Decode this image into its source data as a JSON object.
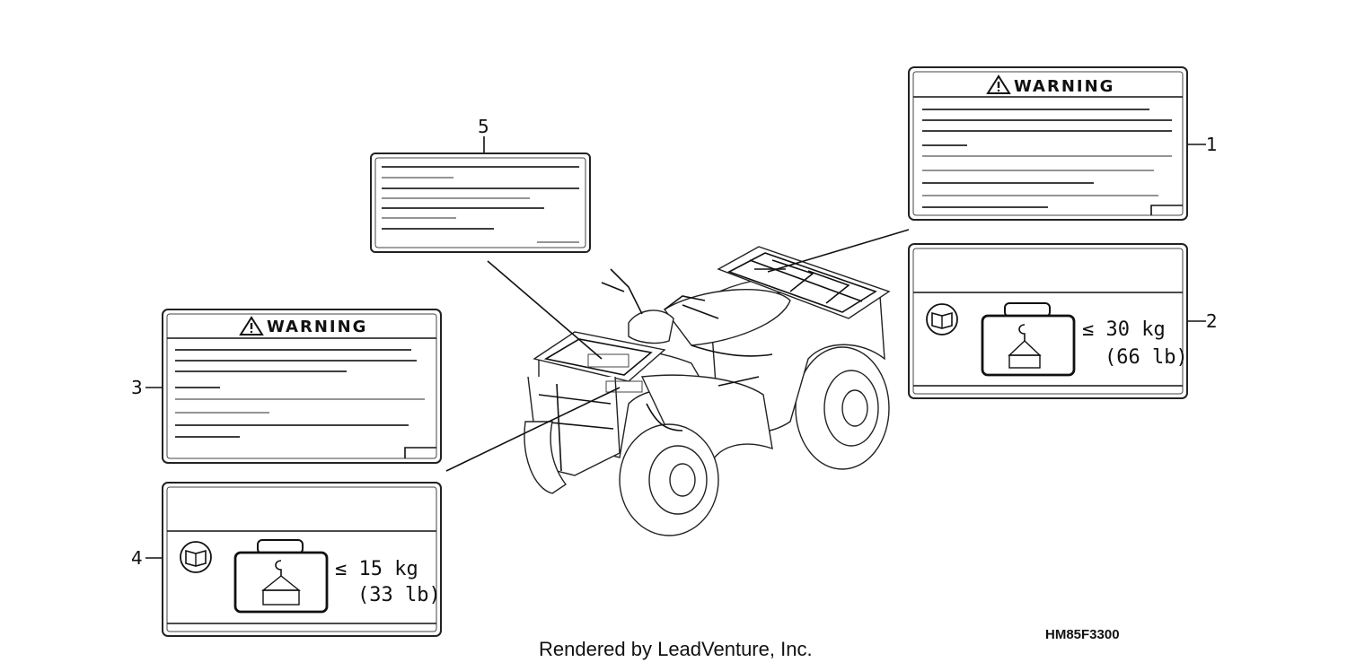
{
  "callouts": {
    "c1": "1",
    "c2": "2",
    "c3": "3",
    "c4": "4",
    "c5": "5"
  },
  "labels": {
    "warning_1": "WARNING",
    "warning_3": "WARNING",
    "load_2_kg": "≤ 30 kg",
    "load_2_lb": "(66 lb)",
    "load_4_kg": "≤ 15 kg",
    "load_4_lb": "(33 lb)"
  },
  "diagram_code": "HM85F3300",
  "credit": "Rendered by LeadVenture, Inc."
}
